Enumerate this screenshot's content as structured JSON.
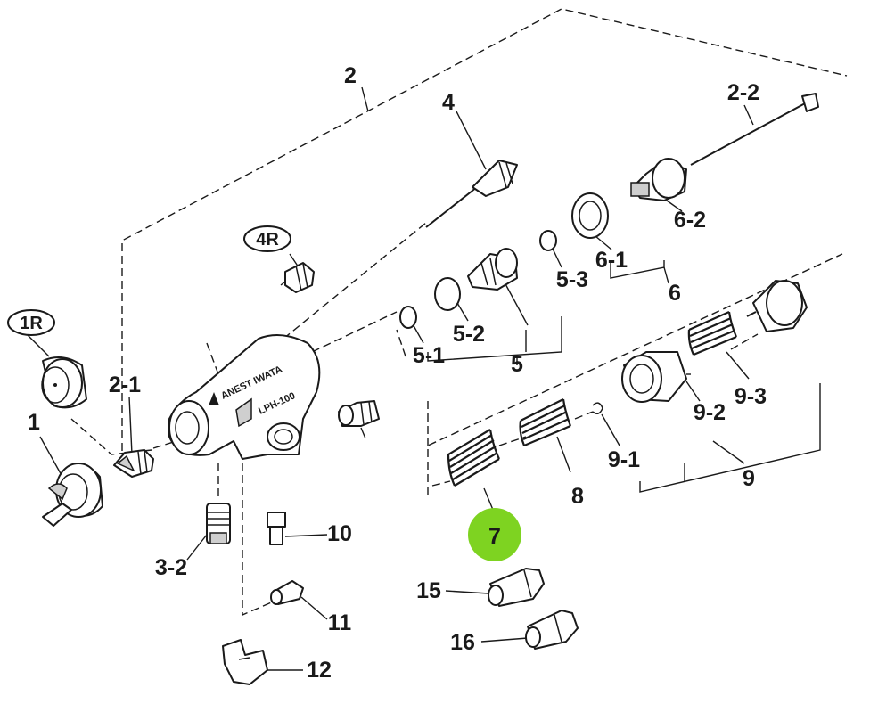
{
  "labels": {
    "l1": "1",
    "l1R": "1R",
    "l2": "2",
    "l2_1": "2-1",
    "l2_2": "2-2",
    "l3_2": "3-2",
    "l4": "4",
    "l4R": "4R",
    "l5": "5",
    "l5_1": "5-1",
    "l5_2": "5-2",
    "l5_3": "5-3",
    "l6": "6",
    "l6_1": "6-1",
    "l6_2": "6-2",
    "l7": "7",
    "l8": "8",
    "l9": "9",
    "l9_1": "9-1",
    "l9_2": "9-2",
    "l9_3": "9-3",
    "l10": "10",
    "l11": "11",
    "l12": "12",
    "l15": "15",
    "l16": "16"
  },
  "body_marking": {
    "brand": "ANEST IWATA",
    "model": "LPH-100"
  },
  "colors": {
    "highlight": "#7ed321",
    "ink": "#1a1a1a"
  }
}
